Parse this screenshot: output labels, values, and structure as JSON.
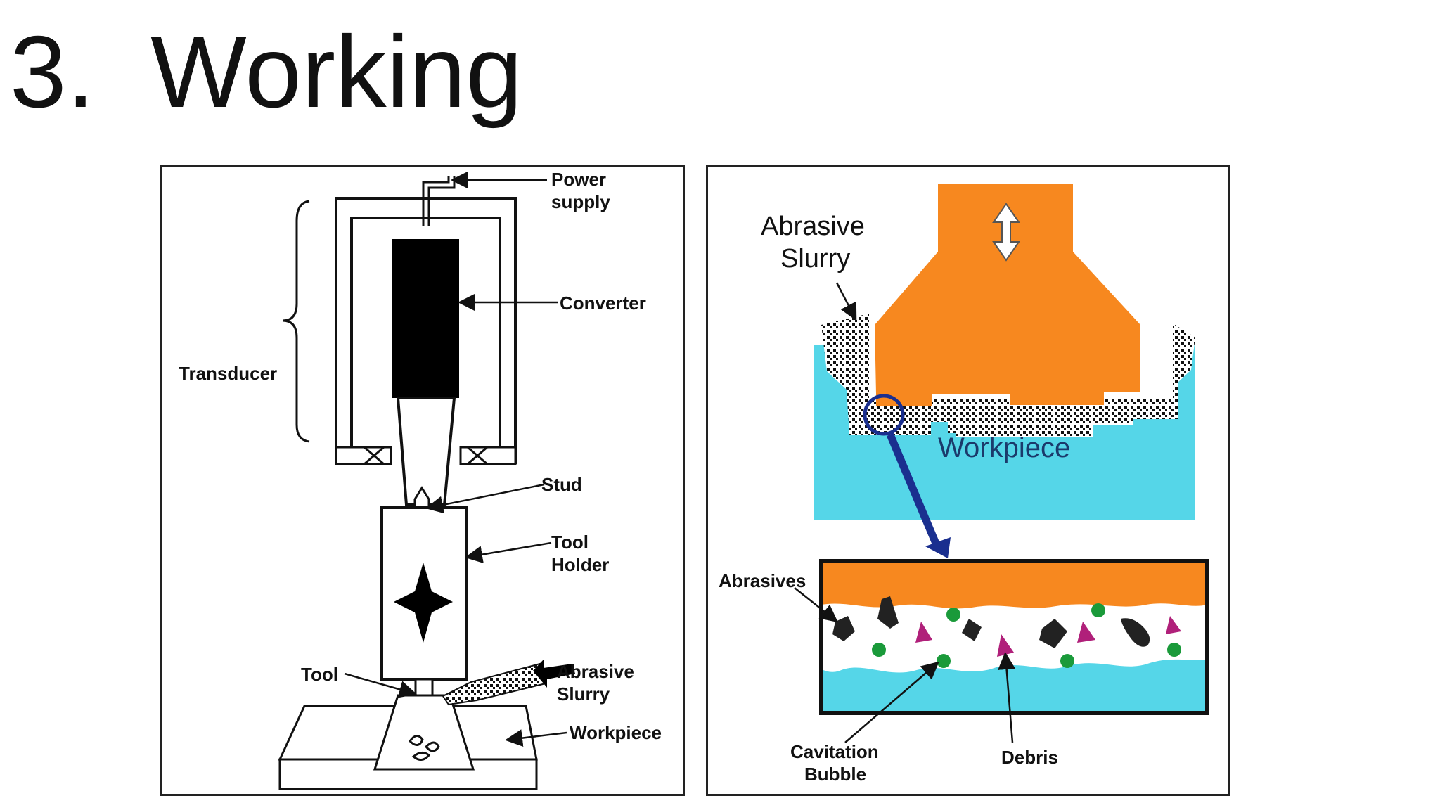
{
  "slide": {
    "number": "3.",
    "title": "Working"
  },
  "left_diagram": {
    "labels": {
      "power_supply_1": "Power",
      "power_supply_2": "supply",
      "converter": "Converter",
      "transducer": "Transducer",
      "stud": "Stud",
      "tool_holder_1": "Tool",
      "tool_holder_2": "Holder",
      "tool": "Tool",
      "abrasive_slurry_1": "Abrasive",
      "abrasive_slurry_2": "Slurry",
      "workpiece": "Workpiece"
    }
  },
  "right_diagram": {
    "labels": {
      "abrasive_slurry_1": "Abrasive",
      "abrasive_slurry_2": "Slurry",
      "workpiece": "Workpiece",
      "abrasives": "Abrasives",
      "cavitation_bubble_1": "Cavitation",
      "cavitation_bubble_2": "Bubble",
      "debris": "Debris"
    },
    "colors": {
      "tool": "#f7881f",
      "workpiece": "#55d6e8",
      "arrow": "#1a2f8f",
      "bubble": "#1a9a3a",
      "debris": "#b0207a"
    }
  }
}
